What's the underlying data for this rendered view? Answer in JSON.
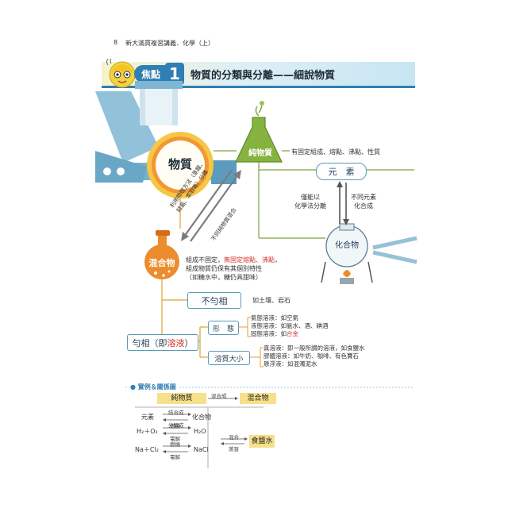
{
  "page": {
    "number": "8",
    "book_title": "新大滿貫複習講義．化學（上）",
    "focus_label": "焦點",
    "focus_number": "1",
    "section_title": "物質的分類與分離——細說物質"
  },
  "diagram": {
    "matter": "物質",
    "pure": "純物質",
    "pure_note": "有固定組成、熔點、沸點、性質",
    "element": "元　素",
    "compound": "化合物",
    "chem_separate": "僅能以\n化學法分離",
    "elements_combine": "不同元素\n化合成",
    "arrow_down_label": "利用物理方法（蒸餾、",
    "arrow_down_label2": "結晶、萃取等）分離",
    "arrow_up_label": "不同純物質混合",
    "mixture": "混合物",
    "mixture_note_1a": "組成不固定，",
    "mixture_note_1b": "無固定熔點、沸點",
    "mixture_note_1c": "，",
    "mixture_note_2": "組成物質仍保有其個別特性",
    "mixture_note_3": "（如糖水中，糖仍具甜味）",
    "heterogeneous": "不勻相",
    "heterogeneous_note": "如土壤、岩石",
    "homogeneous_prefix": "勻相（即",
    "homogeneous_key": "溶液",
    "homogeneous_suffix": "）",
    "state": "形　態",
    "state_items": [
      "氣態溶液：如空氣",
      "液態溶液：如氨水、酒、碘酒"
    ],
    "state_solid_prefix": "固態溶液：如",
    "state_solid_key": "合金",
    "solute_size": "溶質大小",
    "size_items": [
      "真溶液：即一般所謂的溶液，如食鹽水",
      "膠體溶液：如牛奶、咖啡、有色寶石",
      "懸浮液：如混濁泥水"
    ]
  },
  "examples": {
    "title": "實例＆關係圖",
    "pure": "純物質",
    "mixed": "混合物",
    "mix_label": "混合成",
    "element": "元素",
    "compound": "化合物",
    "combine": "結合成",
    "decompose": "分解成",
    "eq1_left": "H₂＋O₂",
    "eq1_right": "H₂O",
    "burn": "燃燒",
    "electrolysis": "電解",
    "eq2_left": "Na＋Cl₂",
    "eq2_right": "NaCl",
    "mix": "混合",
    "evaporate": "蒸發",
    "salt_water": "食鹽水"
  },
  "colors": {
    "accent_blue": "#2f7fb4",
    "yellow": "#f3d341",
    "orange": "#e7892a",
    "green": "#7aa33c",
    "red": "#d0332b"
  }
}
